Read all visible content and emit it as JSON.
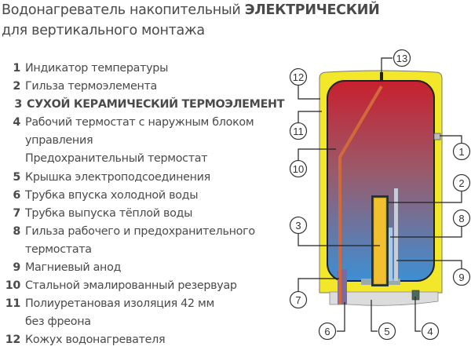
{
  "title": {
    "line1_regular": "Водонагреватель накопительный ",
    "line1_bold": "ЭЛЕКТРИЧЕСКИЙ",
    "line2": "для вертикального монтажа"
  },
  "items": [
    {
      "num": "1",
      "lines": [
        "Индикатор температуры"
      ]
    },
    {
      "num": "2",
      "lines": [
        "Гильза термоэлемента"
      ]
    },
    {
      "num": "3",
      "lines": [
        "СУХОЙ КЕРАМИЧЕСКИЙ ТЕРМОЭЛЕМЕНТ"
      ],
      "bold": true
    },
    {
      "num": "4",
      "lines": [
        "Рабочий термостат с наружным блоком",
        "управления",
        "Предохранительный термостат"
      ]
    },
    {
      "num": "5",
      "lines": [
        "Крышка электроподсоединения"
      ]
    },
    {
      "num": "6",
      "lines": [
        "Трубка впуска холодной воды"
      ]
    },
    {
      "num": "7",
      "lines": [
        "Трубка выпуска тёплой воды"
      ]
    },
    {
      "num": "8",
      "lines": [
        "Гильза рабочего и предохранительного",
        "термостата"
      ]
    },
    {
      "num": "9",
      "lines": [
        "Магниевый анод"
      ]
    },
    {
      "num": "10",
      "lines": [
        "Стальной эмалированный резервуар"
      ]
    },
    {
      "num": "11",
      "lines": [
        "Полиуретановая изоляция 42 мм",
        "без фреона"
      ]
    },
    {
      "num": "12",
      "lines": [
        "Кожух водонагревателя"
      ]
    }
  ],
  "callouts": [
    "1",
    "2",
    "3",
    "4",
    "5",
    "6",
    "7",
    "8",
    "9",
    "10",
    "11",
    "12",
    "13"
  ],
  "colors": {
    "casing": "#f2e829",
    "hot": "#c8202e",
    "cold": "#3d8fd4",
    "pipe": "#d2693a",
    "cover": "#dcdcdc"
  }
}
